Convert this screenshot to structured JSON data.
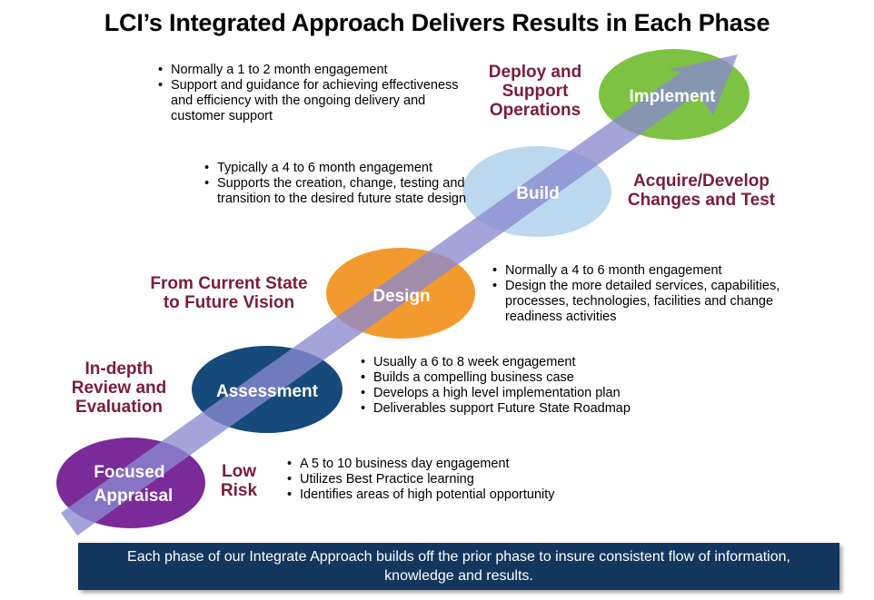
{
  "title": "LCI’s Integrated Approach Delivers Results in Each Phase",
  "phases": [
    {
      "name": "Focused Appraisal",
      "name_lines": [
        "Focused",
        "Appraisal"
      ],
      "color": "#7b2a9a",
      "caption_lines": [
        "Low",
        "Risk"
      ],
      "bullets": [
        "A 5 to 10 business day engagement",
        "Utilizes Best Practice learning",
        "Identifies areas of high potential opportunity"
      ]
    },
    {
      "name": "Assessment",
      "name_lines": [
        "Assessment"
      ],
      "color": "#154a7a",
      "caption_lines": [
        "In-depth",
        "Review and",
        "Evaluation"
      ],
      "bullets": [
        "Usually a 6 to 8 week engagement",
        "Builds a compelling business case",
        "Develops a high level implementation plan",
        "Deliverables support Future State Roadmap"
      ]
    },
    {
      "name": "Design",
      "name_lines": [
        "Design"
      ],
      "color": "#f39a2e",
      "caption_lines": [
        "From Current State",
        "to Future Vision"
      ],
      "bullets": [
        "Normally a 4 to 6 month engagement",
        "Design the more detailed services, capabilities, processes, technologies, facilities and change readiness activities"
      ]
    },
    {
      "name": "Build",
      "name_lines": [
        "Build"
      ],
      "color": "#bcd8ee",
      "caption_lines": [
        "Acquire/Develop",
        "Changes and Test"
      ],
      "bullets": [
        "Typically a 4 to 6 month engagement",
        "Supports the creation, change, testing and transition to the desired future state design"
      ]
    },
    {
      "name": "Implement",
      "name_lines": [
        "Implement"
      ],
      "color": "#7dc242",
      "caption_lines": [
        "Deploy and",
        "Support",
        "Operations"
      ],
      "bullets": [
        "Normally a 1 to 2 month engagement",
        "Support and guidance for achieving effectiveness and efficiency with the ongoing delivery and customer support"
      ]
    }
  ],
  "arrow_color": "#9c9ad6",
  "caption_color": "#7b1c3c",
  "banner": {
    "text": "Each phase of our Integrate Approach builds off the prior phase to insure consistent flow of information, knowledge and results.",
    "background": "#13365f"
  }
}
